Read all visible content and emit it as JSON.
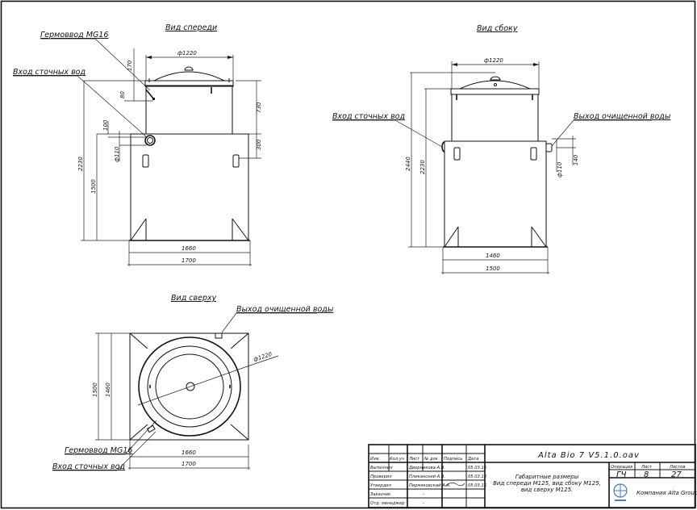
{
  "views": {
    "front": {
      "title": "Вид спереди",
      "label_gland": "Гермоввод MG16",
      "label_inlet": "Вход сточных вод",
      "dims": {
        "diameter": "ф1220",
        "d170": "170",
        "d80": "80",
        "d730": "730",
        "d100": "100",
        "d110": "ф110",
        "d300": "300",
        "d2230": "2230",
        "d1500": "1500",
        "d1660": "1660",
        "d1700": "1700"
      }
    },
    "side": {
      "title": "Вид сбоку",
      "label_inlet": "Вход сточных вод",
      "label_outlet": "Выход очищенной воды",
      "dims": {
        "diameter": "ф1220",
        "d2440": "2440",
        "d2230": "2230",
        "d110": "ф110",
        "d140": "140",
        "d1460": "1460",
        "d1500": "1500"
      }
    },
    "top": {
      "title": "Вид сверху",
      "label_outlet": "Выход очищенной воды",
      "label_gland": "Гермоввод MG16",
      "label_inlet": "Вход сточных вод",
      "dims": {
        "diameter": "ф1220",
        "d1500": "1500",
        "d1460": "1460",
        "d1660": "1660",
        "d1700": "1700"
      }
    }
  },
  "title_block": {
    "document_code": "Alta Bio 7 V5.1.0.oav",
    "headers": [
      "Изм.",
      "Кол.уч",
      "Лист",
      "№ док",
      "Подпись",
      "Дата"
    ],
    "rows": [
      {
        "role": "Выполнил",
        "name": "Дворникова А.В.",
        "date": "05.03.15"
      },
      {
        "role": "Проверил",
        "name": "Пликанский А.В.",
        "date": "05.03.15"
      },
      {
        "role": "Утвердил",
        "name": "Пермяковский А.А.",
        "date": "05.03.15"
      },
      {
        "role": "Заказчик",
        "name": "-",
        "date": ""
      },
      {
        "role": "Отд. менеджер",
        "name": "-",
        "date": ""
      }
    ],
    "description_line1": "Габаритные размеры",
    "description_line2": "Вид спереди М125, вид сбоку М125,",
    "description_line3": "вид сверху М125.",
    "stage_label": "Операция",
    "sheet_label": "Лист",
    "sheets_label": "Листов",
    "stage_value": "ГЧ",
    "sheet_value": "8",
    "sheets_value": "27",
    "company": "Компания Alta Group",
    "logo_icon": "alta-group-logo-icon"
  }
}
